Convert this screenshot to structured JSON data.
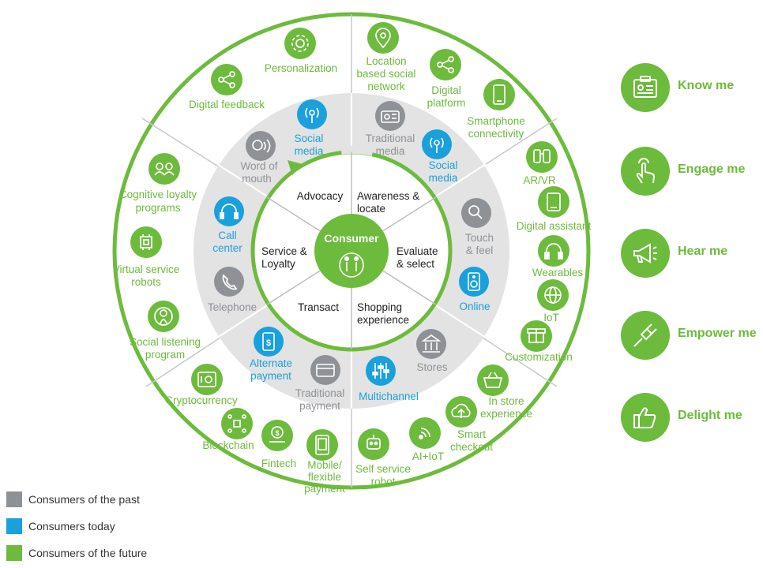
{
  "colors": {
    "future": "#6dbb3c",
    "today": "#1aa0dc",
    "past": "#8e9196",
    "ring": "#e3e3e3"
  },
  "center": {
    "title": "Consumer",
    "icon": "consumers-icon"
  },
  "stages": {
    "advocacy": "Advocacy",
    "awareness": [
      "Awareness &",
      "locate"
    ],
    "evaluate": [
      "Evaluate",
      "& select"
    ],
    "shopping": [
      "Shopping",
      "experience"
    ],
    "transact": "Transact",
    "service": [
      "Service &",
      "Loyalty"
    ]
  },
  "past": {
    "word_of_mouth": [
      "Word of",
      "mouth"
    ],
    "traditional_media": [
      "Traditional",
      "media"
    ],
    "touch_feel": [
      "Touch",
      "& feel"
    ],
    "stores": "Stores",
    "traditional_payment": [
      "Traditional",
      "payment"
    ],
    "telephone": "Telephone"
  },
  "today": {
    "social_media_left": [
      "Social",
      "media"
    ],
    "social_media_right": [
      "Social",
      "media"
    ],
    "online": "Online",
    "multichannel": "Multichannel",
    "alternate_payment": [
      "Alternate",
      "payment"
    ],
    "call_center": [
      "Call",
      "center"
    ]
  },
  "future": {
    "personalization": "Personalization",
    "digital_feedback": "Digital feedback",
    "location_social": [
      "Location",
      "based social",
      "network"
    ],
    "digital_platform": [
      "Digital",
      "platform"
    ],
    "smartphone": [
      "Smartphone",
      "connectivity"
    ],
    "arvr": "AR/VR",
    "digital_assistant": "Digital assistant",
    "wearables": "Wearables",
    "iot": "IoT",
    "customization": "Customization",
    "instore": [
      "In store",
      "experience"
    ],
    "smart_checkout": [
      "Smart",
      "checkout"
    ],
    "aiiot": "AI+IoT",
    "self_service": [
      "Self service",
      "robot"
    ],
    "mobile_payment": [
      "Mobile/",
      "flexible",
      "payment"
    ],
    "fintech": "Fintech",
    "blockchain": "Blockchain",
    "crypto": "Cryptocurrency",
    "social_listening": [
      "Social listening",
      "program"
    ],
    "virtual_robots": [
      "Virtual service",
      "robots"
    ],
    "cognitive": [
      "Cognitive loyalty",
      "programs"
    ]
  },
  "side": [
    {
      "label": "Know me",
      "icon": "id-card-icon"
    },
    {
      "label": "Engage me",
      "icon": "touch-hand-icon"
    },
    {
      "label": "Hear me",
      "icon": "megaphone-icon"
    },
    {
      "label": "Empower me",
      "icon": "plug-icon"
    },
    {
      "label": "Delight me",
      "icon": "thumbs-up-icon"
    }
  ],
  "legend": [
    {
      "label": "Consumers of the past",
      "color": "#8e9196"
    },
    {
      "label": "Consumers today",
      "color": "#1aa0dc"
    },
    {
      "label": "Consumers of the future",
      "color": "#6dbb3c"
    }
  ]
}
